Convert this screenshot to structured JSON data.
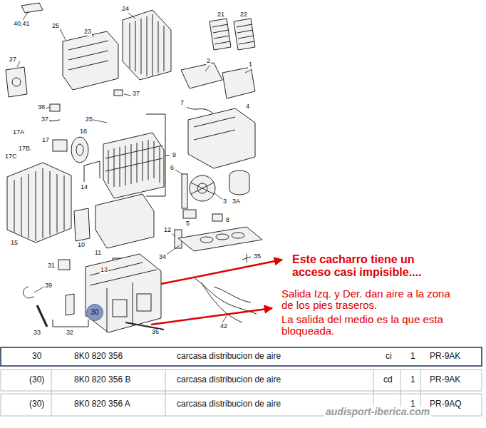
{
  "diagram": {
    "nodes": [
      {
        "text": [
          "30"
        ]
      }
    ],
    "labels": [
      "40,41",
      "24",
      "21",
      "22",
      "25",
      "23",
      "27",
      "2",
      "1",
      "37",
      "7",
      "38",
      "4",
      "37",
      "25",
      "16",
      "17A",
      "17",
      "17B",
      "17C",
      "9",
      "6",
      "14",
      "3",
      "3A",
      "5",
      "8",
      "12",
      "15",
      "10",
      "11",
      "34",
      "35",
      "13",
      "31",
      "39",
      "33",
      "32",
      "36",
      "42",
      "Este cacharro tiene un acceso casi impisible....",
      "Salida Izq. y Der. dan aire a la zona de los pies traseros.",
      "La salida del medio es la que esta bloqueada.",
      "30",
      "8K0 820 356",
      "carcasa distribucion de aire",
      "ci",
      "1",
      "PR-9AK",
      "(30)",
      "8K0 820 356 B",
      "carcasa distribucion de aire",
      "cd",
      "1",
      "PR-9AK",
      "(30)",
      "8K0 820 356 A",
      "carcasa distribucion de aire",
      "1",
      "PR-9AQ",
      "audisport-iberica.com"
    ]
  }
}
